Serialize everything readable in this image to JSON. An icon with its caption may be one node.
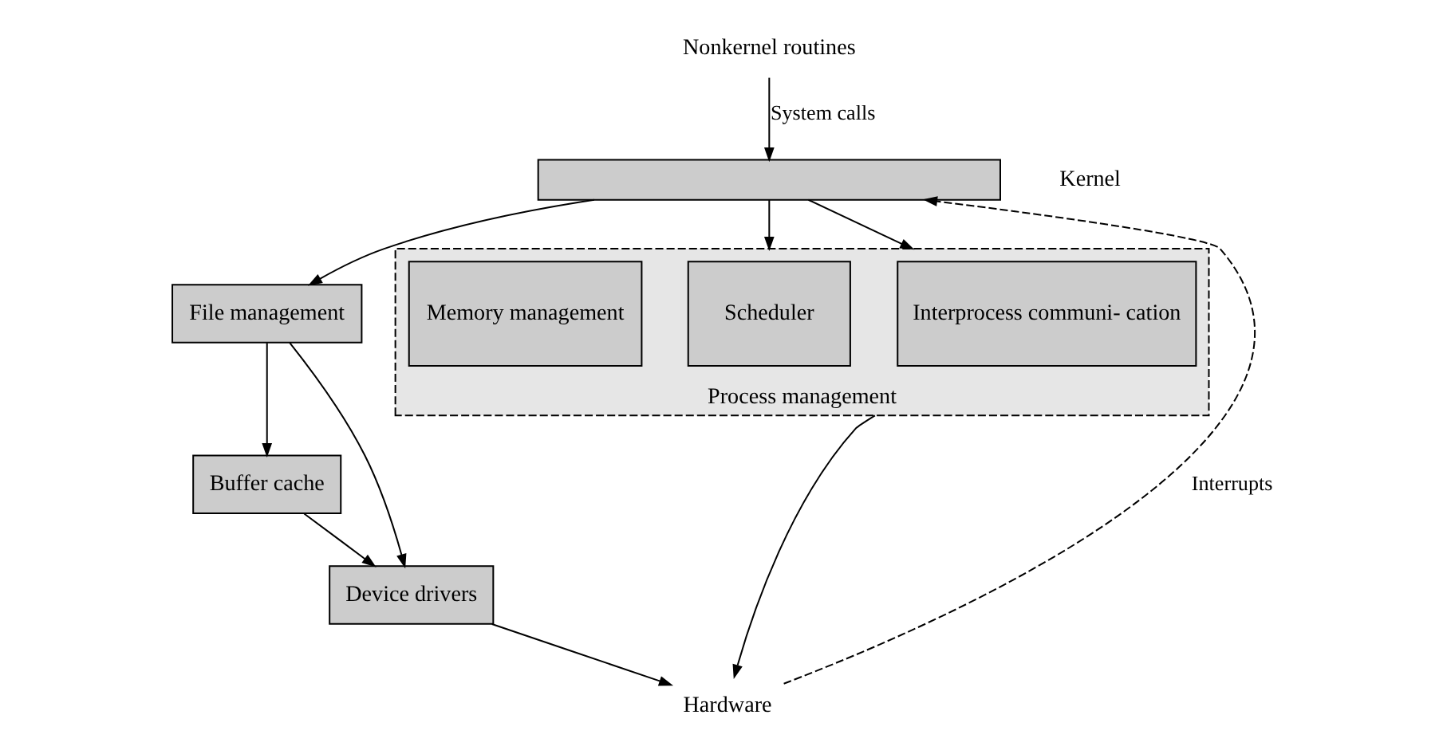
{
  "diagram": {
    "nodes": [
      {
        "text": [
          "Nonkernel routines"
        ]
      },
      {
        "text": [],
        "shape": "bar"
      },
      {
        "text": [
          "File management"
        ]
      },
      {
        "text": [
          "Buffer cache"
        ]
      },
      {
        "text": [
          "Device drivers"
        ]
      },
      {
        "text": [
          "Process management"
        ]
      },
      {
        "text": [
          "Scheduler"
        ],
        "in": 5
      },
      {
        "text": [
          "Interprocess communi- cation"
        ],
        "in": 5
      },
      {
        "text": [
          "Memory management"
        ],
        "in": 5
      },
      {
        "text": [
          "Hardware"
        ]
      }
    ],
    "edges": [
      {
        "from": 0,
        "to": 1,
        "arrow": "to",
        "label": "System calls"
      },
      {
        "from": 1,
        "to": 2,
        "arrow": "to"
      },
      {
        "from": 1,
        "to": 5,
        "arrow": "to"
      },
      {
        "from": 1,
        "to": 5,
        "arrow": "to"
      },
      {
        "from": 2,
        "to": 3,
        "arrow": "to"
      },
      {
        "from": 2,
        "to": 4,
        "arrow": "to"
      },
      {
        "from": 3,
        "to": 4,
        "arrow": "to"
      },
      {
        "from": 4,
        "to": 9,
        "arrow": "to"
      },
      {
        "from": 5,
        "to": 9,
        "arrow": "to"
      },
      {
        "from": 9,
        "to": 1,
        "arrow": "to",
        "style": "dashed",
        "label": "Interrupts"
      }
    ],
    "labels": [
      "Kernel"
    ]
  }
}
